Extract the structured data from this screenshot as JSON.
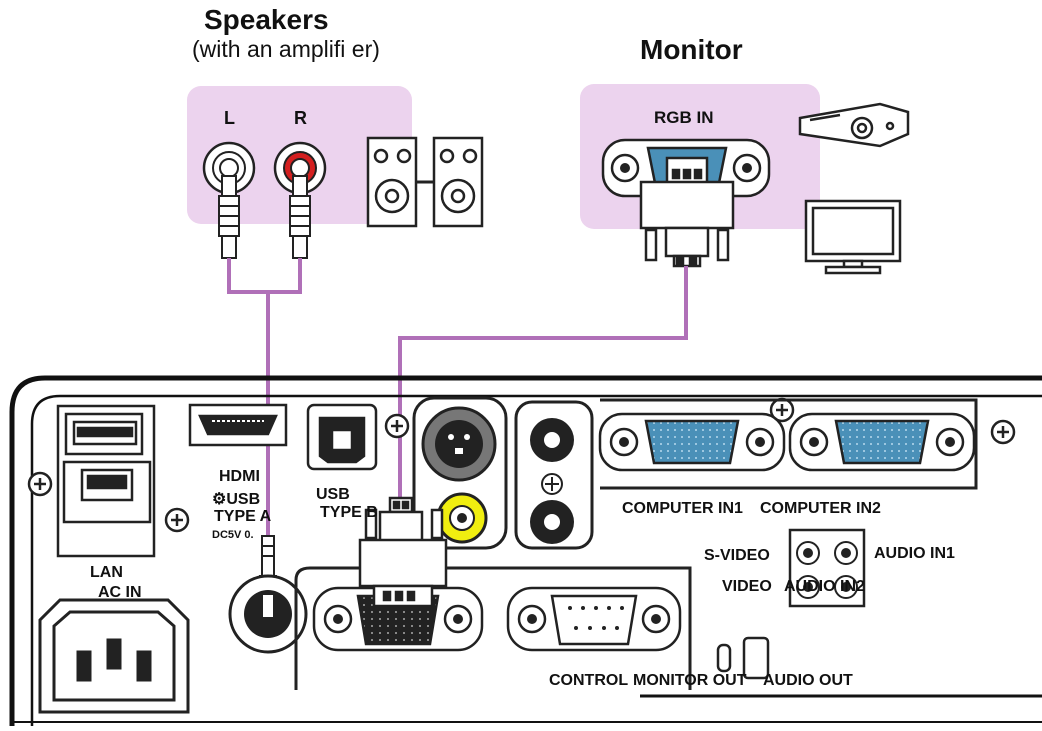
{
  "speakers": {
    "title": "Speakers",
    "subtitle": "(with an amplifi er)",
    "left_label": "L",
    "right_label": "R"
  },
  "monitor": {
    "title": "Monitor",
    "rgb_in_label": "RGB IN"
  },
  "ports": {
    "hdmi": "HDMI",
    "usb_type_a_1": "USB",
    "usb_type_a_2": "TYPE A",
    "usb_type_a_rating": "DC5V 0.",
    "usb_type_b_1": "USB",
    "usb_type_b_2": "TYPE B",
    "lan": "LAN",
    "ac_in": "AC IN",
    "computer_in1": "COMPUTER IN1",
    "computer_in2": "COMPUTER IN2",
    "s_video": "S-VIDEO",
    "video": "VIDEO",
    "audio_in1": "AUDIO IN1",
    "audio_in2": "AUDIO IN2",
    "control": "CONTROL",
    "monitor_out": "MONITOR OUT",
    "audio_out": "AUDIO OUT"
  },
  "colors": {
    "cable": "#b070b8",
    "highlight_panel": "#ecd3ee",
    "red_jack": "#d42020",
    "blue_connector": "#4a90b8",
    "yellow_jack": "#f0ee10"
  }
}
